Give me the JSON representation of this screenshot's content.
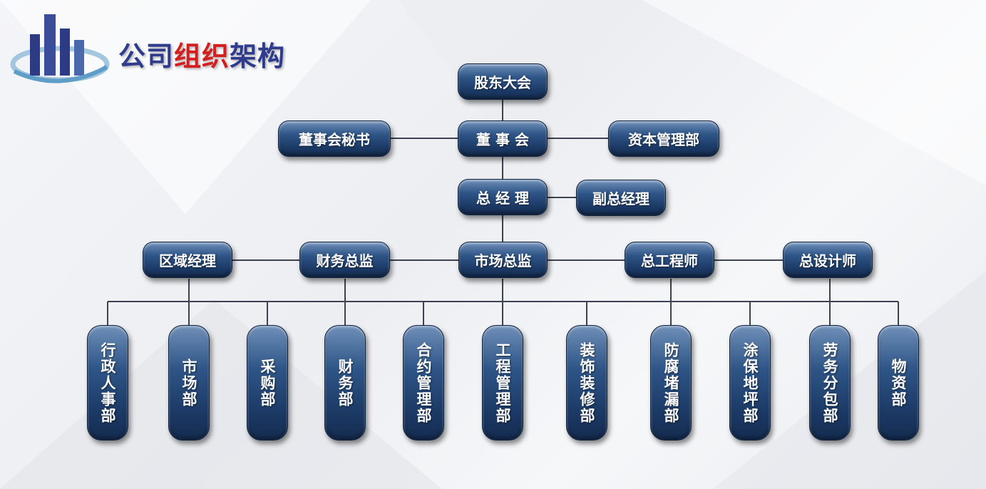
{
  "title": {
    "part1": "公司",
    "part2": "组织",
    "part3": "架构"
  },
  "colors": {
    "title_blue": "#2f3b8c",
    "title_red": "#d31f1f",
    "node_blue": "#1c3a66",
    "line": "#3c4250"
  },
  "icons": {
    "logo": "building-bars-logo-icon"
  },
  "nodes": {
    "shareholders": "股东大会",
    "board": "董 事 会",
    "board_secretary": "董事会秘书",
    "capital_mgmt": "资本管理部",
    "general_manager": "总 经 理",
    "deputy_gm": "副总经理",
    "regional_manager": "区域经理",
    "finance_director": "财务总监",
    "market_director": "市场总监",
    "chief_engineer": "总工程师",
    "chief_designer": "总设计师"
  },
  "departments": [
    "行政人事部",
    "市场部",
    "采购部",
    "财务部",
    "合约管理部",
    "工程管理部",
    "装饰装修部",
    "防腐堵漏部",
    "涂保地坪部",
    "劳务分包部",
    "物资部"
  ]
}
